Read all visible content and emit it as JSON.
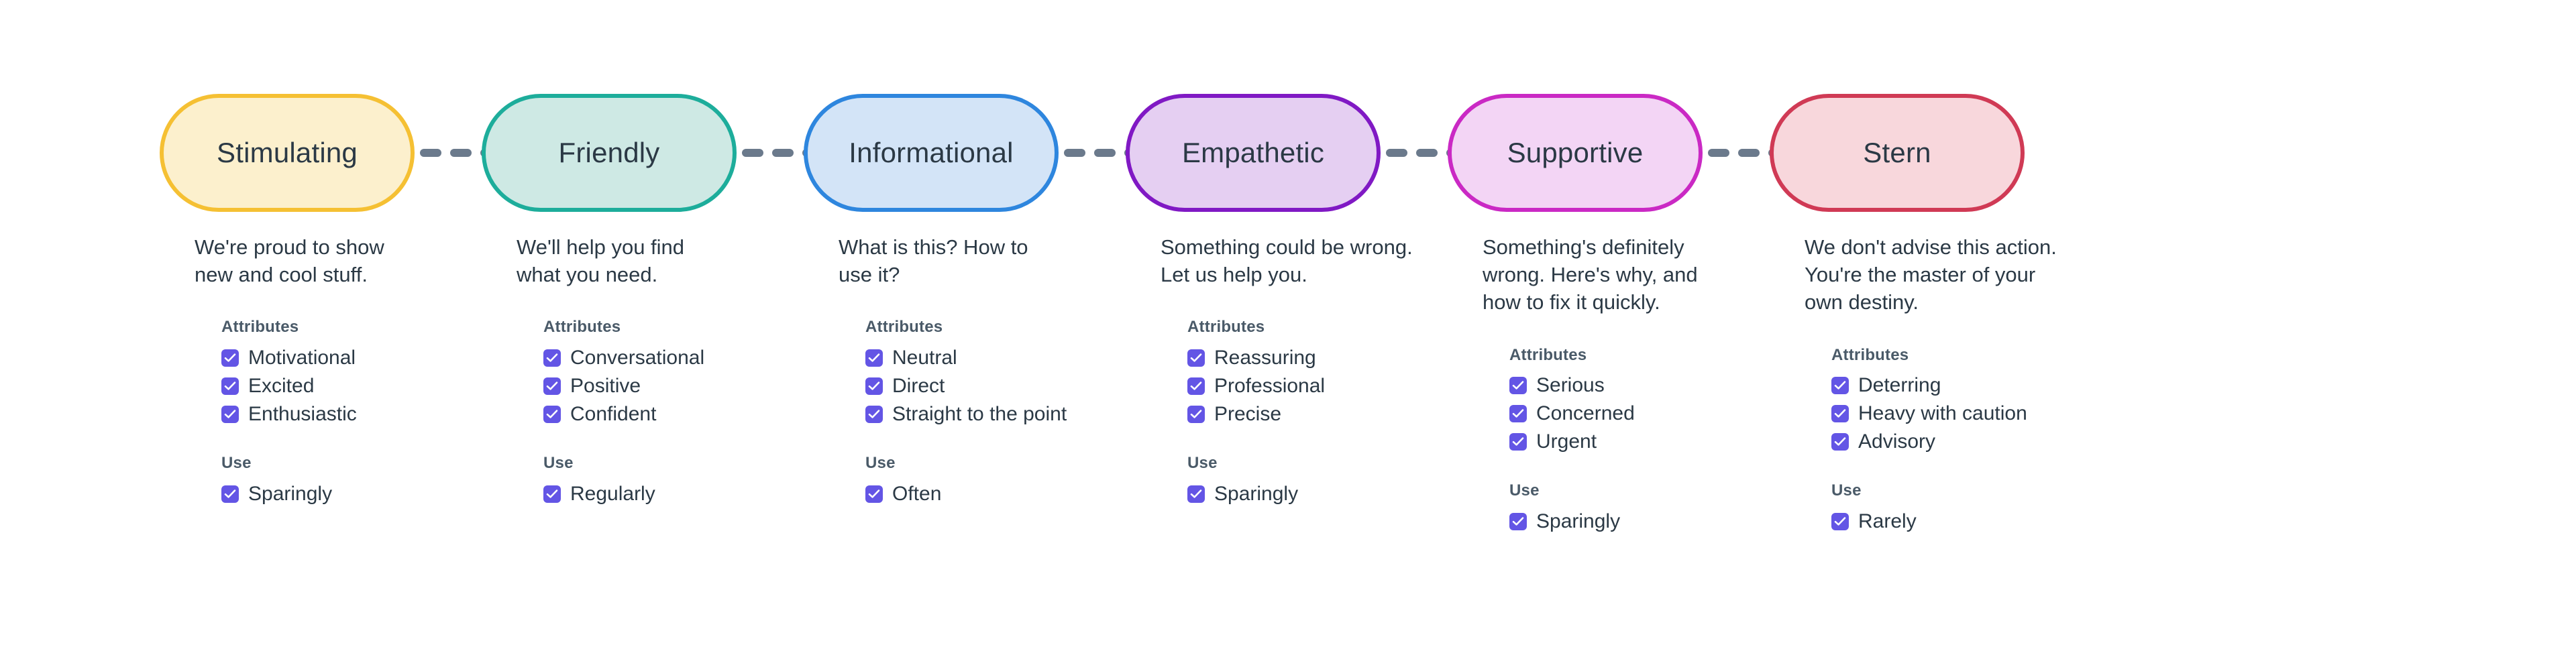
{
  "theme": {
    "background": "#ffffff",
    "text_color": "#2b3945",
    "heading_color": "#4a5a68",
    "checkbox_color": "#6355e5",
    "connector_color": "#6b7a8c"
  },
  "labels": {
    "attributes_heading": "Attributes",
    "use_heading": "Use"
  },
  "tones": [
    {
      "name": "Stimulating",
      "border_color": "#f5c033",
      "fill_color": "#fcf0cd",
      "description": "We're proud to show\nnew and cool stuff.",
      "attributes": [
        "Motivational",
        "Excited",
        "Enthusiastic"
      ],
      "use": [
        "Sparingly"
      ],
      "has_connector": true
    },
    {
      "name": "Friendly",
      "border_color": "#1dad9b",
      "fill_color": "#cee9e4",
      "description": "We'll help you find\nwhat you need.",
      "attributes": [
        "Conversational",
        "Positive",
        "Confident"
      ],
      "use": [
        "Regularly"
      ],
      "has_connector": true
    },
    {
      "name": "Informational",
      "border_color": "#2e86de",
      "fill_color": "#d3e4f7",
      "description": "What is this? How to\nuse it?",
      "attributes": [
        "Neutral",
        "Direct",
        "Straight to the point"
      ],
      "use": [
        "Often"
      ],
      "has_connector": true
    },
    {
      "name": "Empathetic",
      "border_color": "#8019c4",
      "fill_color": "#e5cff2",
      "description": "Something could be wrong.\nLet us help you.",
      "attributes": [
        "Reassuring",
        "Professional",
        "Precise"
      ],
      "use": [
        "Sparingly"
      ],
      "has_connector": true
    },
    {
      "name": "Supportive",
      "border_color": "#ca29c4",
      "fill_color": "#f3d5f5",
      "description": "Something's definitely\nwrong. Here's why, and\nhow to fix it quickly.",
      "attributes": [
        "Serious",
        "Concerned",
        "Urgent"
      ],
      "use": [
        "Sparingly"
      ],
      "has_connector": true
    },
    {
      "name": "Stern",
      "border_color": "#d03a55",
      "fill_color": "#f8d7dc",
      "description": "We don't advise this action.\nYou're the master of your\nown destiny.",
      "attributes": [
        "Deterring",
        "Heavy with caution",
        "Advisory"
      ],
      "use": [
        "Rarely"
      ],
      "has_connector": false
    }
  ]
}
